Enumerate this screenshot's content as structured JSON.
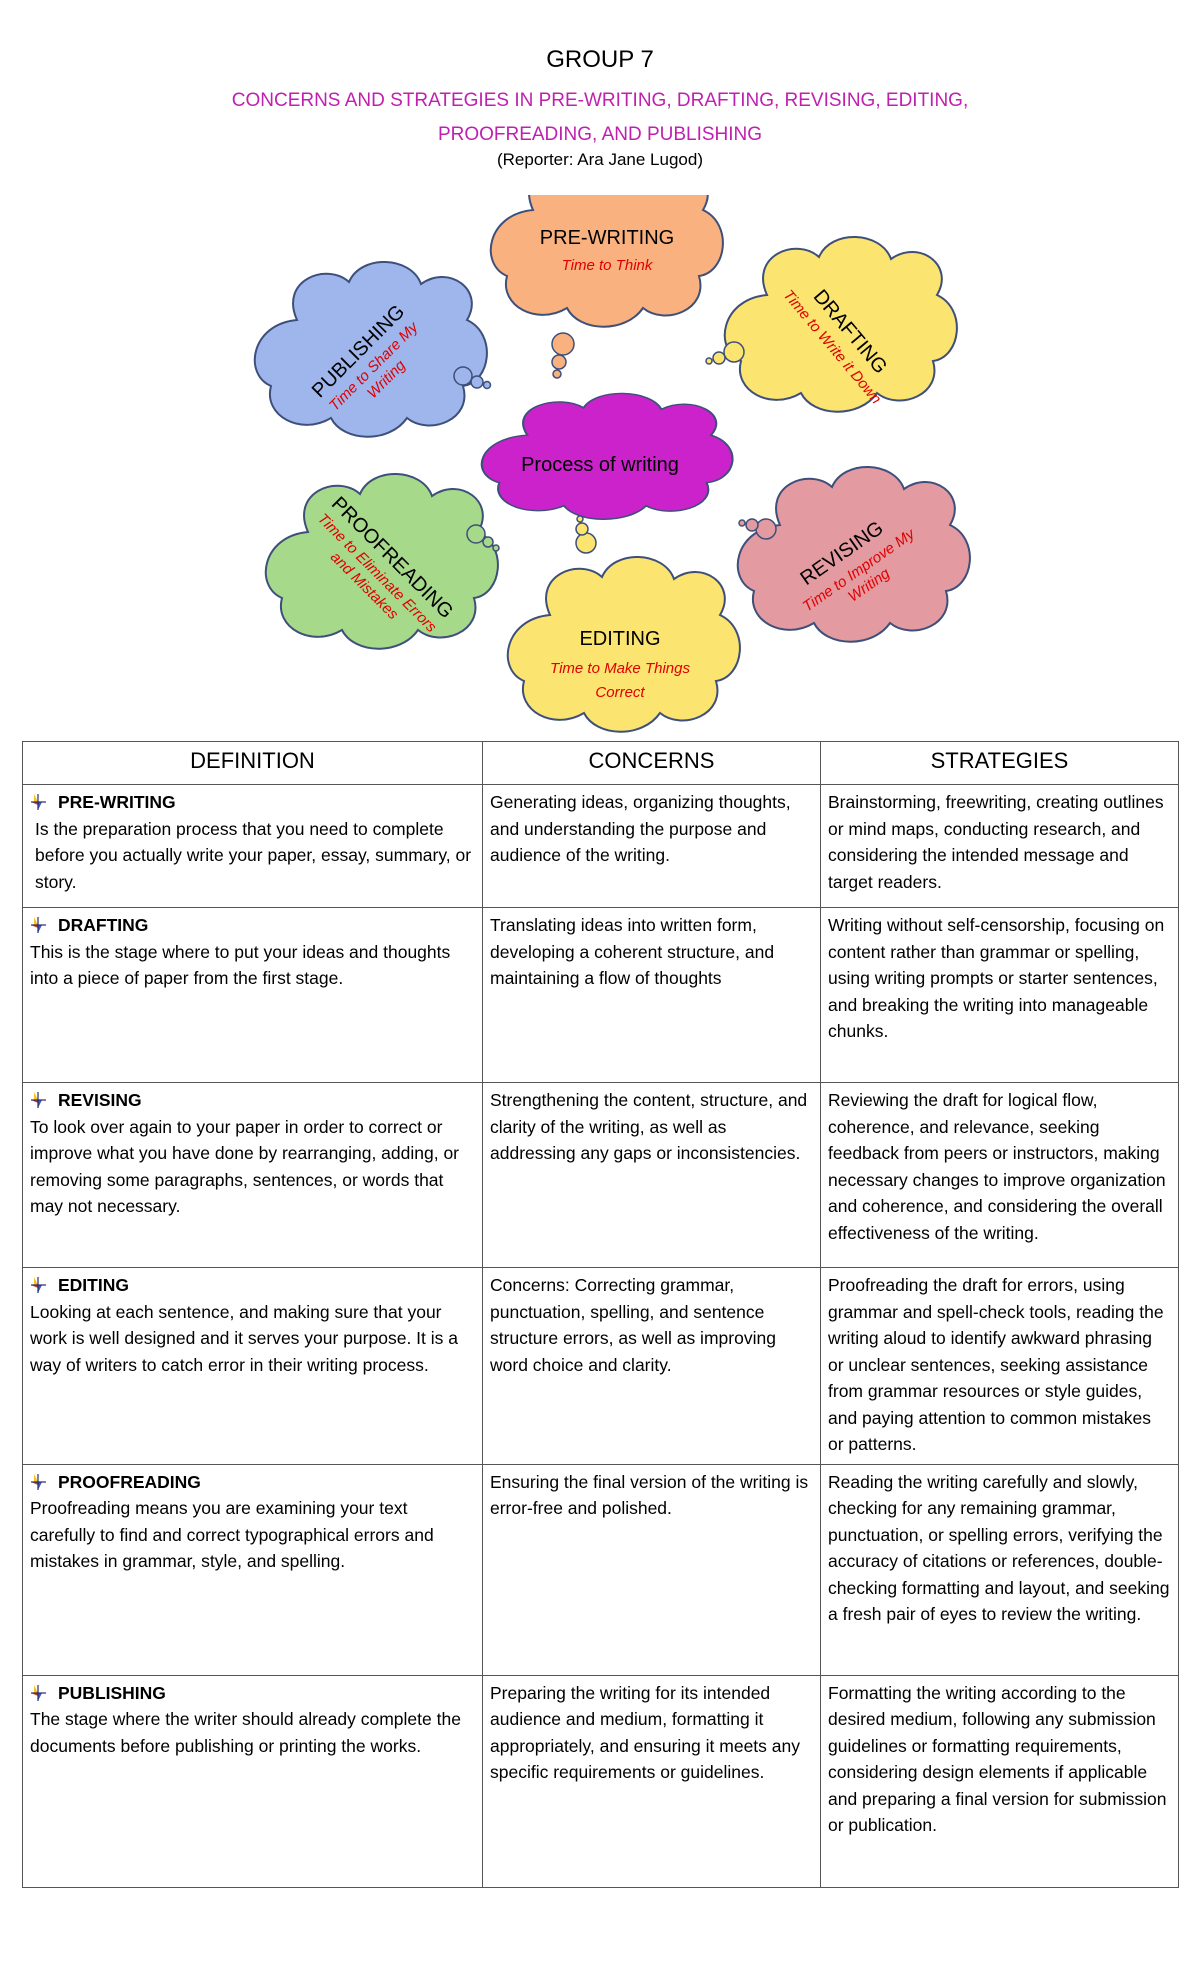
{
  "header": {
    "group": "GROUP 7",
    "title_line1": "CONCERNS AND STRATEGIES IN PRE-WRITING, DRAFTING, REVISING, EDITING,",
    "title_line2": "PROOFREADING, AND PUBLISHING",
    "reporter": "(Reporter: Ara Jane Lugod)"
  },
  "diagram": {
    "center": "Process of writing",
    "clouds": [
      {
        "title": "PRE-WRITING",
        "subtitle": "Time to Think",
        "color": "#f9b27f"
      },
      {
        "title": "DRAFTING",
        "subtitle": "Time to Write it Down",
        "color": "#fbe46f"
      },
      {
        "title": "REVISING",
        "subtitle_line1": "Time to Improve My",
        "subtitle_line2": "Writing",
        "color": "#e39aa0"
      },
      {
        "title": "EDITING",
        "subtitle_line1": "Time to Make Things",
        "subtitle_line2": "Correct",
        "color": "#fbe46f"
      },
      {
        "title": "PROOFREADING",
        "subtitle_line1": "Time to Eliminate Errors",
        "subtitle_line2": "and Mistakes",
        "color": "#a6d98a"
      },
      {
        "title": "PUBLISHING",
        "subtitle_line1": "Time to Share My",
        "subtitle_line2": "Writing",
        "color": "#9fb6ec"
      }
    ],
    "center_color": "#cc22cc"
  },
  "table": {
    "headers": [
      "DEFINITION",
      "CONCERNS",
      "STRATEGIES"
    ],
    "rows": [
      {
        "stage": "PRE-WRITING",
        "definition": "Is the preparation process that you need to complete before you actually write your paper, essay, summary, or story.",
        "concerns": "Generating ideas, organizing thoughts, and understanding the purpose and audience of the writing.",
        "strategies": "Brainstorming, freewriting, creating outlines or mind maps, conducting research, and considering the intended message and target readers."
      },
      {
        "stage": "DRAFTING",
        "definition": "This is the stage where to put your ideas and thoughts into a piece of paper from the first stage.",
        "concerns": "Translating ideas into written form, developing a coherent structure, and maintaining a flow of thoughts",
        "strategies": "Writing without self-censorship, focusing on content rather than grammar or spelling, using writing prompts or starter sentences, and breaking the writing into manageable chunks."
      },
      {
        "stage": "REVISING",
        "definition": "To look over again to your paper in order to correct or improve what you have done by rearranging, adding, or removing some paragraphs, sentences, or words that may not necessary.",
        "concerns": "Strengthening the content, structure, and clarity of the writing, as well as addressing any gaps or inconsistencies.",
        "strategies": "Reviewing the draft for logical flow, coherence, and relevance, seeking feedback from peers or instructors, making necessary changes to improve organization and coherence, and considering the overall effectiveness of the writing."
      },
      {
        "stage": "EDITING",
        "definition": "Looking at each sentence, and making sure that your work is well designed and it serves your purpose. It is a way of writers to catch error in their writing process.",
        "concerns": "Concerns: Correcting grammar, punctuation, spelling, and sentence structure errors, as well as improving word choice and clarity.",
        "strategies": "Proofreading the draft for errors, using grammar and spell-check tools, reading the writing aloud to identify awkward phrasing or unclear sentences, seeking assistance from grammar resources or style guides, and paying attention to common mistakes or patterns."
      },
      {
        "stage": "PROOFREADING",
        "definition": "Proofreading means you are examining your text carefully to find and correct typographical errors and mistakes in grammar, style, and spelling.",
        "concerns": "Ensuring the final version of the writing is error-free and polished.",
        "strategies": "Reading the writing carefully and slowly, checking for any remaining grammar, punctuation, or spelling errors, verifying the accuracy of citations or references, double-checking formatting and layout, and seeking a fresh pair of eyes to review the writing."
      },
      {
        "stage": "PUBLISHING",
        "definition": "The stage where the writer should already complete the documents before publishing or printing the works.",
        "concerns": "Preparing the writing for its intended audience and medium, formatting it appropriately, and ensuring it meets any specific requirements or guidelines.",
        "strategies": "Formatting the writing according to the desired medium, following any submission guidelines or formatting requirements, considering design elements if applicable and preparing a final version for submission or publication."
      }
    ]
  }
}
